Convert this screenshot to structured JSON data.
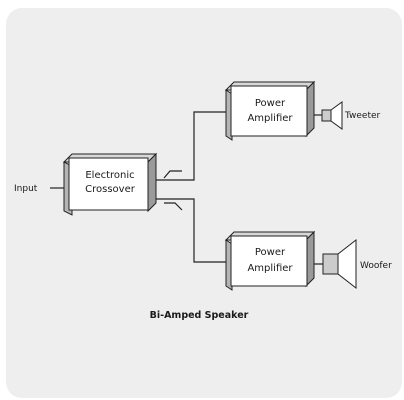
{
  "diagram": {
    "title": "Bi-Amped Speaker",
    "input_label": "Input",
    "crossover": {
      "line1": "Electronic",
      "line2": "Crossover"
    },
    "amp_top": {
      "line1": "Power",
      "line2": "Amplifier"
    },
    "amp_bottom": {
      "line1": "Power",
      "line2": "Amplifier"
    },
    "tweeter_label": "Tweeter",
    "woofer_label": "Woofer"
  },
  "colors": {
    "panel": "#eeeeee",
    "box_face": "#ffffff",
    "box_side": "#aaaaaa",
    "box_top": "#d8d8d8",
    "line": "#222222",
    "speaker_fill": "#cccccc"
  }
}
